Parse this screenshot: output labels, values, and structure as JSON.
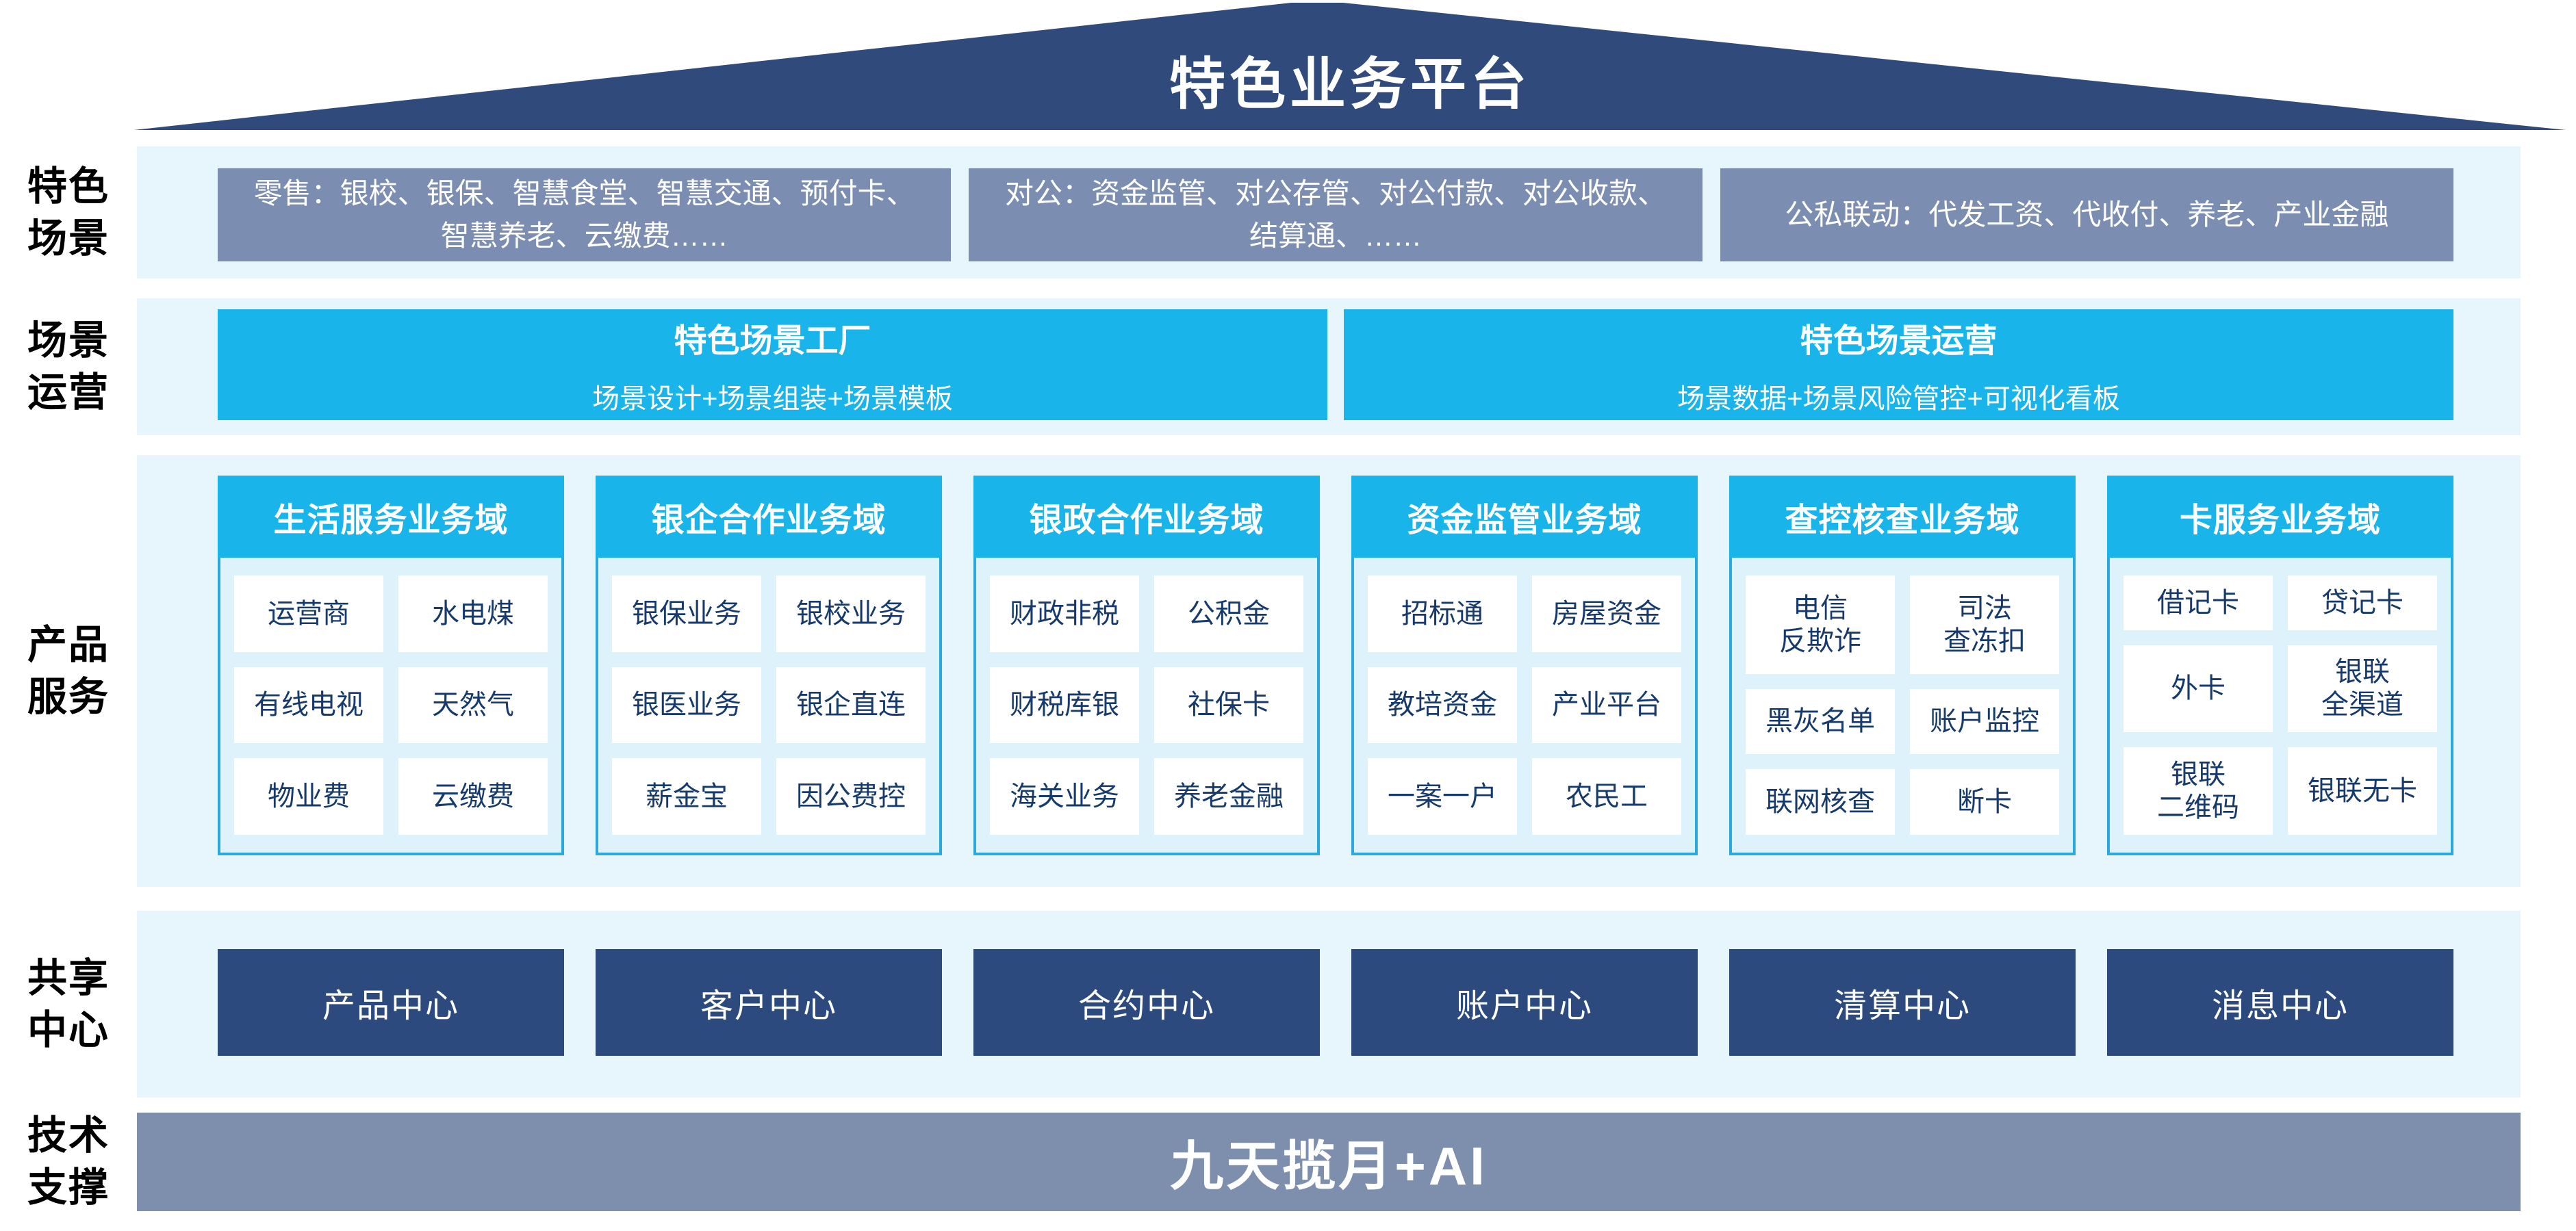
{
  "page": {
    "title": "特色业务平台"
  },
  "colors": {
    "roof_navy": "#2F4A7B",
    "scene_slate": "#7B8DB1",
    "accent_cyan": "#19B4EA",
    "band_light_blue": "#E7F6FD",
    "column_body_blue": "#DEF2FB",
    "column_border_cyan": "#2BA8DC",
    "cell_text_navy": "#173A6D",
    "center_navy": "#2C4A7E",
    "tech_bar_slate": "#7E8EAD"
  },
  "left_labels": [
    {
      "text": "特色\n场景"
    },
    {
      "text": "场景\n运营"
    },
    {
      "text": "产品\n服务"
    },
    {
      "text": "共享\n中心"
    },
    {
      "text": "技术\n支撑"
    }
  ],
  "scene_row": {
    "boxes": [
      {
        "text": "零售：银校、银保、智慧食堂、智慧交通、预付卡、智慧养老、云缴费……"
      },
      {
        "text": "对公：资金监管、对公存管、对公付款、对公收款、结算通、……"
      },
      {
        "text": "公私联动：代发工资、代收付、养老、产业金融"
      }
    ]
  },
  "operation_row": {
    "boxes": [
      {
        "title": "特色场景工厂",
        "subtitle": "场景设计+场景组装+场景模板"
      },
      {
        "title": "特色场景运营",
        "subtitle": "场景数据+场景风险管控+可视化看板"
      }
    ]
  },
  "product_row": {
    "columns": [
      {
        "header": "生活服务业务域",
        "cells": [
          "运营商",
          "水电煤",
          "有线电视",
          "天然气",
          "物业费",
          "云缴费"
        ]
      },
      {
        "header": "银企合作业务域",
        "cells": [
          "银保业务",
          "银校业务",
          "银医业务",
          "银企直连",
          "薪金宝",
          "因公费控"
        ]
      },
      {
        "header": "银政合作业务域",
        "cells": [
          "财政非税",
          "公积金",
          "财税库银",
          "社保卡",
          "海关业务",
          "养老金融"
        ]
      },
      {
        "header": "资金监管业务域",
        "cells": [
          "招标通",
          "房屋资金",
          "教培资金",
          "产业平台",
          "一案一户",
          "农民工"
        ]
      },
      {
        "header": "查控核查业务域",
        "cells": [
          "电信\n反欺诈",
          "司法\n查冻扣",
          "黑灰名单",
          "账户监控",
          "联网核查",
          "断卡"
        ]
      },
      {
        "header": "卡服务业务域",
        "cells": [
          "借记卡",
          "贷记卡",
          "外卡",
          "银联\n全渠道",
          "银联\n二维码",
          "银联无卡"
        ]
      }
    ]
  },
  "center_row": {
    "boxes": [
      {
        "text": "产品中心"
      },
      {
        "text": "客户中心"
      },
      {
        "text": "合约中心"
      },
      {
        "text": "账户中心"
      },
      {
        "text": "清算中心"
      },
      {
        "text": "消息中心"
      }
    ]
  },
  "tech_row": {
    "text": "九天揽月+AI"
  }
}
